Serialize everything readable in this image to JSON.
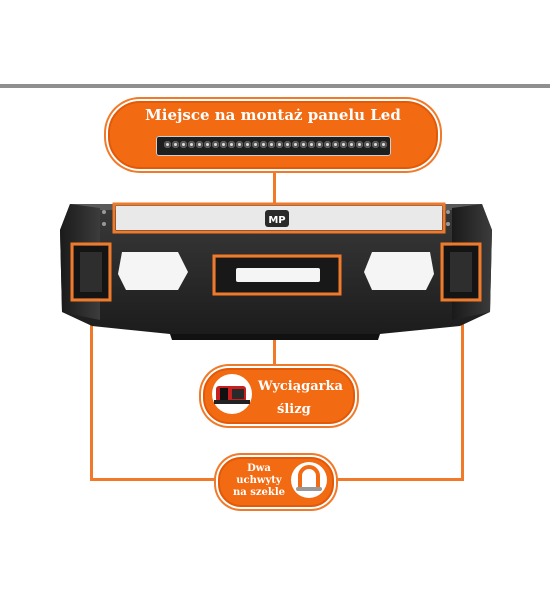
{
  "labels": {
    "led_panel": "Miejsce na montaż panelu Led",
    "winch_line1": "Wyciągarka",
    "winch_line2": "ślizg",
    "shackle_line1": "Dwa",
    "shackle_line2": "uchwyty",
    "shackle_line3": "na szekle"
  },
  "logo_text": "MP",
  "colors": {
    "accent": "#f26a12",
    "bumper": "#2b2b2b",
    "divider": "#8f8f8f"
  }
}
